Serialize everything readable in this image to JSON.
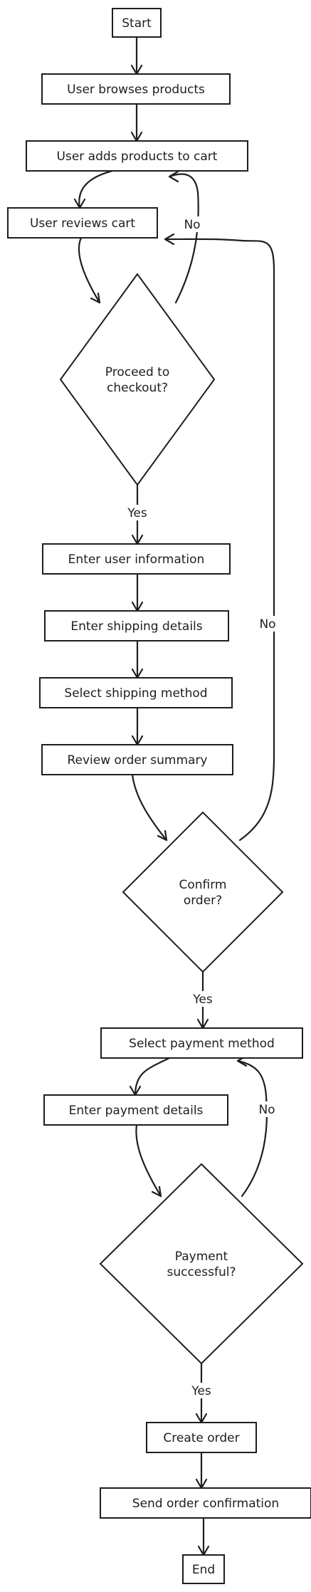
{
  "diagram": {
    "type": "flowchart",
    "nodes": [
      {
        "id": "start",
        "shape": "rect",
        "label": "Start"
      },
      {
        "id": "browse",
        "shape": "rect",
        "label": "User browses products"
      },
      {
        "id": "add_cart",
        "shape": "rect",
        "label": "User adds products to cart"
      },
      {
        "id": "review_cart",
        "shape": "rect",
        "label": "User reviews cart"
      },
      {
        "id": "proceed",
        "shape": "diamond",
        "label": "Proceed to\ncheckout?"
      },
      {
        "id": "user_info",
        "shape": "rect",
        "label": "Enter user information"
      },
      {
        "id": "shipping_details",
        "shape": "rect",
        "label": "Enter shipping details"
      },
      {
        "id": "shipping_method",
        "shape": "rect",
        "label": "Select shipping method"
      },
      {
        "id": "order_summary",
        "shape": "rect",
        "label": "Review order summary"
      },
      {
        "id": "confirm",
        "shape": "diamond",
        "label": "Confirm\norder?"
      },
      {
        "id": "payment_method",
        "shape": "rect",
        "label": "Select payment method"
      },
      {
        "id": "payment_details",
        "shape": "rect",
        "label": "Enter payment details"
      },
      {
        "id": "payment_ok",
        "shape": "diamond",
        "label": "Payment\nsuccessful?"
      },
      {
        "id": "create_order",
        "shape": "rect",
        "label": "Create order"
      },
      {
        "id": "send_confirmation",
        "shape": "rect",
        "label": "Send order confirmation"
      },
      {
        "id": "end",
        "shape": "rect",
        "label": "End"
      }
    ],
    "edges": [
      {
        "from": "start",
        "to": "browse",
        "label": ""
      },
      {
        "from": "browse",
        "to": "add_cart",
        "label": ""
      },
      {
        "from": "add_cart",
        "to": "review_cart",
        "label": ""
      },
      {
        "from": "review_cart",
        "to": "proceed",
        "label": ""
      },
      {
        "from": "proceed",
        "to": "add_cart",
        "label": "No"
      },
      {
        "from": "proceed",
        "to": "user_info",
        "label": "Yes"
      },
      {
        "from": "user_info",
        "to": "shipping_details",
        "label": ""
      },
      {
        "from": "shipping_details",
        "to": "shipping_method",
        "label": ""
      },
      {
        "from": "shipping_method",
        "to": "order_summary",
        "label": ""
      },
      {
        "from": "order_summary",
        "to": "confirm",
        "label": ""
      },
      {
        "from": "confirm",
        "to": "review_cart",
        "label": "No"
      },
      {
        "from": "confirm",
        "to": "payment_method",
        "label": "Yes"
      },
      {
        "from": "payment_method",
        "to": "payment_details",
        "label": ""
      },
      {
        "from": "payment_details",
        "to": "payment_ok",
        "label": ""
      },
      {
        "from": "payment_ok",
        "to": "payment_method",
        "label": "No"
      },
      {
        "from": "payment_ok",
        "to": "create_order",
        "label": "Yes"
      },
      {
        "from": "create_order",
        "to": "send_confirmation",
        "label": ""
      },
      {
        "from": "send_confirmation",
        "to": "end",
        "label": ""
      }
    ]
  }
}
